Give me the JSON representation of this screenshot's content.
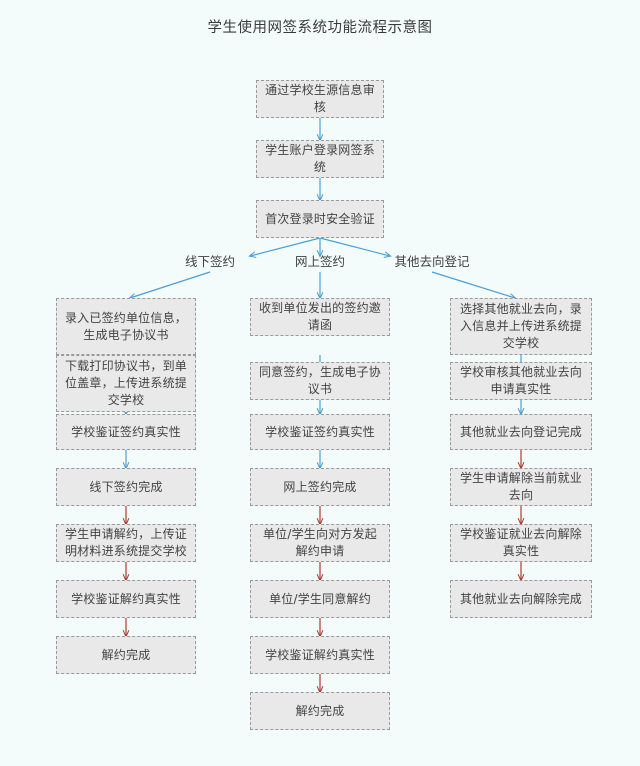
{
  "page": {
    "title": "学生使用网签系统功能流程示意图",
    "background_color": "#f3fbfb",
    "node_fill_color": "#e9e9e9",
    "node_border_color": "#9a9a9a",
    "text_color": "#434343",
    "arrow_color_primary": "#4a9fd4",
    "arrow_color_terminate": "#b03a32"
  },
  "trunk": [
    {
      "id": "t1",
      "label": "通过学校生源信息审核"
    },
    {
      "id": "t2",
      "label": "学生账户登录网签系统"
    },
    {
      "id": "t3",
      "label": "首次登录时安全验证"
    }
  ],
  "branch_labels": [
    {
      "id": "b1",
      "label": "线下签约"
    },
    {
      "id": "b2",
      "label": "网上签约"
    },
    {
      "id": "b3",
      "label": "其他去向登记"
    }
  ],
  "columns": {
    "left": {
      "name": "线下签约",
      "nodes": [
        {
          "id": "l1",
          "label": "录入已签约单位信息，生成电子协议书"
        },
        {
          "id": "l2",
          "label": "下载打印协议书，到单位盖章，上传进系统提交学校"
        },
        {
          "id": "l3",
          "label": "学校鉴证签约真实性"
        },
        {
          "id": "l4",
          "label": "线下签约完成"
        },
        {
          "id": "l5",
          "label": "学生申请解约，上传证明材料进系统提交学校"
        },
        {
          "id": "l6",
          "label": "学校鉴证解约真实性"
        },
        {
          "id": "l7",
          "label": "解约完成"
        }
      ]
    },
    "middle": {
      "name": "网上签约",
      "nodes": [
        {
          "id": "m1",
          "label": "收到单位发出的签约邀请函"
        },
        {
          "id": "m2",
          "label": "同意签约，生成电子协议书"
        },
        {
          "id": "m3",
          "label": "学校鉴证签约真实性"
        },
        {
          "id": "m4",
          "label": "网上签约完成"
        },
        {
          "id": "m5",
          "label": "单位/学生向对方发起解约申请"
        },
        {
          "id": "m6",
          "label": "单位/学生同意解约"
        },
        {
          "id": "m7",
          "label": "学校鉴证解约真实性"
        },
        {
          "id": "m8",
          "label": "解约完成"
        }
      ]
    },
    "right": {
      "name": "其他去向登记",
      "nodes": [
        {
          "id": "r1",
          "label": "选择其他就业去向，录入信息并上传进系统提交学校"
        },
        {
          "id": "r2",
          "label": "学校审核其他就业去向申请真实性"
        },
        {
          "id": "r3",
          "label": "其他就业去向登记完成"
        },
        {
          "id": "r4",
          "label": "学生申请解除当前就业去向"
        },
        {
          "id": "r5",
          "label": "学校鉴证就业去向解除真实性"
        },
        {
          "id": "r6",
          "label": "其他就业去向解除完成"
        }
      ]
    }
  }
}
